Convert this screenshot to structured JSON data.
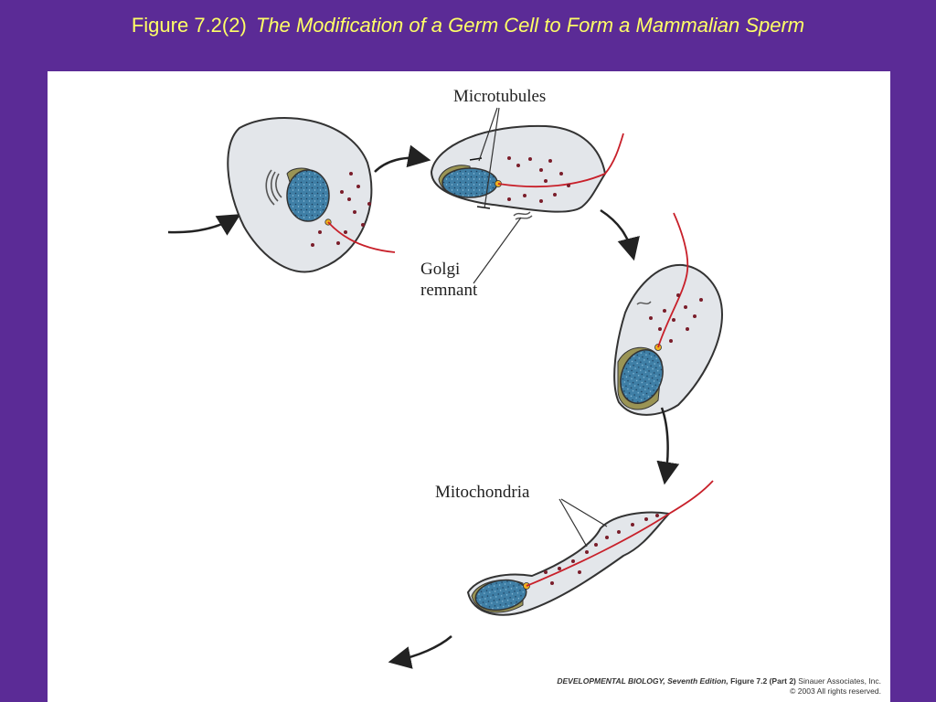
{
  "header": {
    "figure_number": "Figure 7.2(2)",
    "figure_title": "The Modification of a Germ Cell to Form a Mammalian Sperm"
  },
  "diagram": {
    "labels": {
      "microtubules": "Microtubules",
      "golgi_line1": "Golgi",
      "golgi_line2": "remnant",
      "mitochondria": "Mitochondria"
    },
    "colors": {
      "background": "#5b2b96",
      "title_text": "#ffff66",
      "cell_fill": "#e3e6ea",
      "nucleus": "#3f7fa6",
      "acrosome": "#9a9455",
      "flagellum": "#c8202a",
      "dots": "#7a1d2a"
    }
  },
  "footer": {
    "book": "DEVELOPMENTAL BIOLOGY, Seventh Edition,",
    "figure": "Figure 7.2 (Part 2)",
    "publisher": "Sinauer Associates, Inc.",
    "copyright": "© 2003 All rights reserved."
  }
}
